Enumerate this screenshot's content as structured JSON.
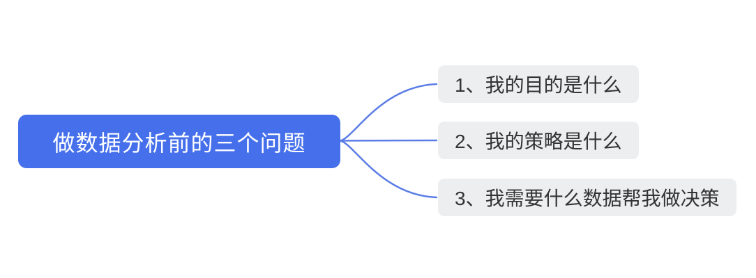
{
  "canvas": {
    "background": "#ffffff"
  },
  "colors": {
    "root_fill": "#4670eb",
    "root_text": "#ffffff",
    "child_fill": "#edeef0",
    "child_text": "#333333",
    "connector": "#5b7de5"
  },
  "mindmap": {
    "root": {
      "label": "做数据分析前的三个问题"
    },
    "children": [
      {
        "label": "1、我的目的是什么"
      },
      {
        "label": "2、我的策略是什么"
      },
      {
        "label": "3、我需要什么数据帮我做决策"
      }
    ]
  }
}
